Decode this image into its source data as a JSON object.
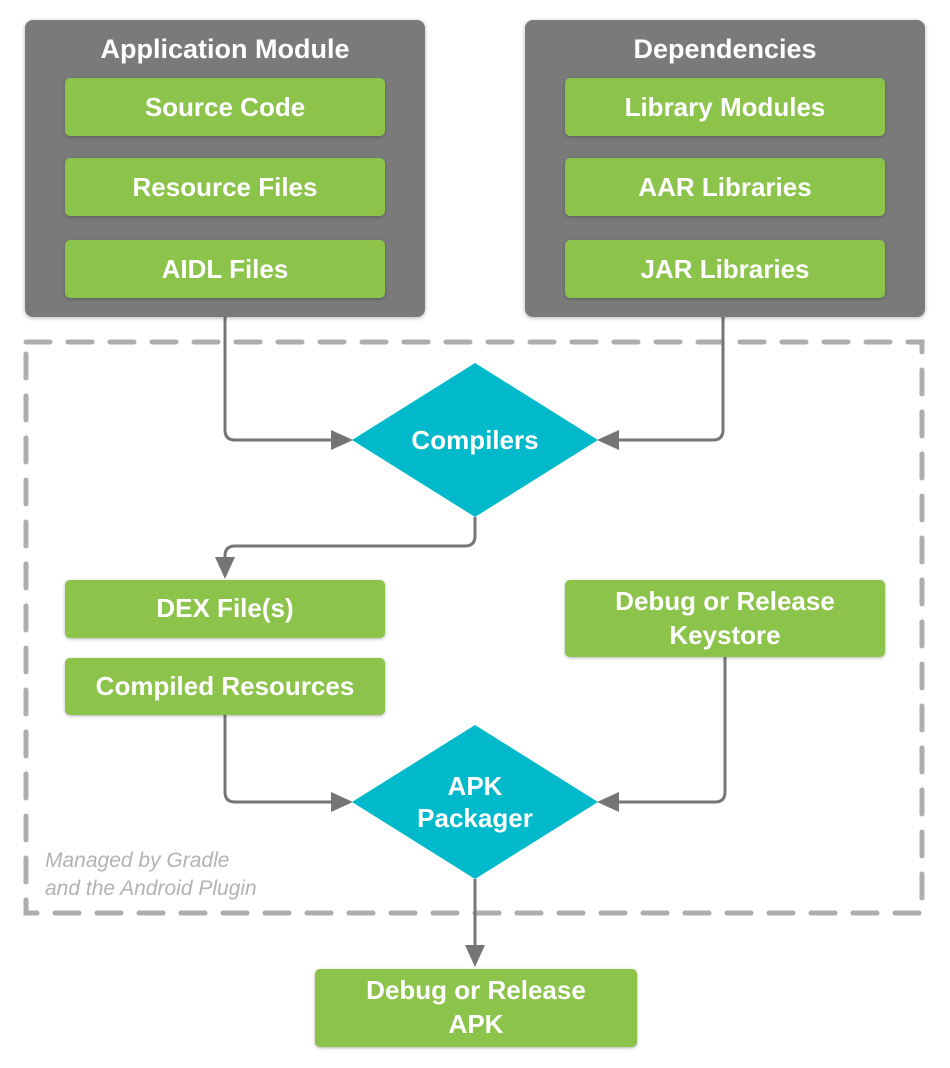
{
  "colors": {
    "container_gray": "#7a7a7a",
    "node_green": "#8cc34b",
    "diamond_cyan": "#00b9cb",
    "connector_gray": "#757575",
    "dashed_border_gray": "#adadad",
    "note_text_gray": "#b3b3b3",
    "label_text": "#ffffff"
  },
  "application_module": {
    "title": "Application Module",
    "items": [
      "Source Code",
      "Resource Files",
      "AIDL Files"
    ]
  },
  "dependencies": {
    "title": "Dependencies",
    "items": [
      "Library Modules",
      "AAR Libraries",
      "JAR Libraries"
    ]
  },
  "gradle_zone": {
    "compilers_label": "Compilers",
    "dex_label": "DEX File(s)",
    "compiled_resources_label": "Compiled Resources",
    "keystore_label": "Debug or Release Keystore",
    "apk_packager_label": "APK Packager",
    "note": {
      "line1": "Managed by Gradle",
      "line2": "and the Android Plugin"
    }
  },
  "output": {
    "apk_label": "Debug or Release APK"
  }
}
